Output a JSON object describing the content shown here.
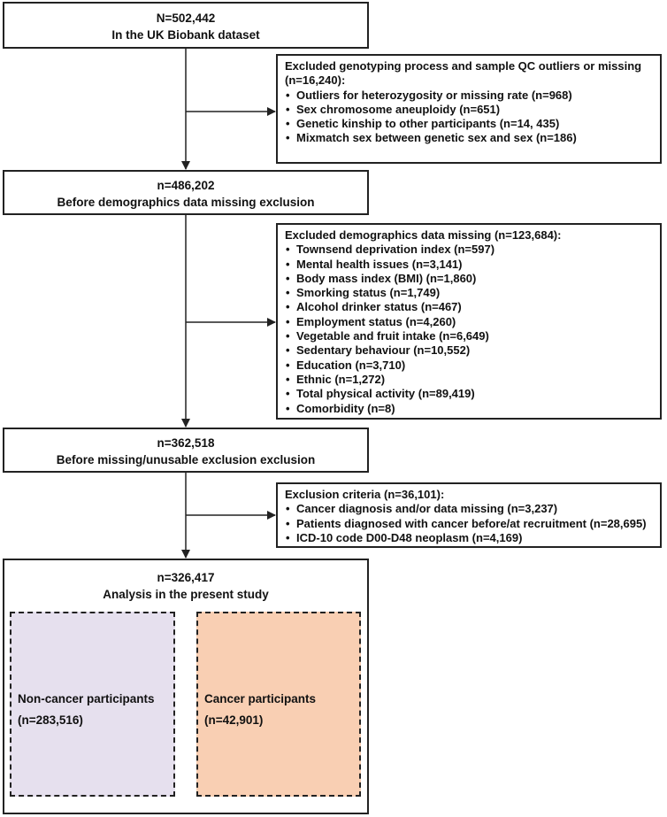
{
  "flow": {
    "step1": {
      "count": "N=502,442",
      "label": "In the UK Biobank dataset"
    },
    "exclusion1": {
      "title": "Excluded genotyping process and sample QC outliers or missing (n=16,240):",
      "items": [
        "Outliers for heterozygosity or missing rate (n=968)",
        "Sex chromosome aneuploidy (n=651)",
        "Genetic kinship to other participants (n=14, 435)",
        "Mixmatch sex between genetic sex and sex (n=186)"
      ]
    },
    "step2": {
      "count": "n=486,202",
      "label": "Before demographics data missing exclusion"
    },
    "exclusion2": {
      "title": "Excluded demographics data missing (n=123,684):",
      "items": [
        "Townsend deprivation index (n=597)",
        "Mental health issues (n=3,141)",
        "Body mass index (BMI) (n=1,860)",
        "Smorking status (n=1,749)",
        "Alcohol drinker status (n=467)",
        "Employment status (n=4,260)",
        "Vegetable and fruit intake (n=6,649)",
        "Sedentary behaviour (n=10,552)",
        "Education (n=3,710)",
        "Ethnic (n=1,272)",
        "Total physical activity (n=89,419)",
        "Comorbidity (n=8)"
      ]
    },
    "step3": {
      "count": "n=362,518",
      "label": "Before missing/unusable exclusion exclusion"
    },
    "exclusion3": {
      "title": "Exclusion criteria (n=36,101):",
      "items": [
        "Cancer diagnosis and/or data missing (n=3,237)",
        "Patients diagnosed with cancer before/at recruitment (n=28,695)",
        "ICD-10 code D00-D48 neoplasm (n=4,169)"
      ]
    },
    "step4": {
      "count": "n=326,417",
      "label": "Analysis in the present study",
      "group_noncancer": {
        "label": "Non-cancer participants",
        "count": "(n=283,516)",
        "fill": "#e6e0ee"
      },
      "group_cancer": {
        "label": "Cancer participants",
        "count": "(n=42,901)",
        "fill": "#f9cfb3"
      }
    }
  }
}
